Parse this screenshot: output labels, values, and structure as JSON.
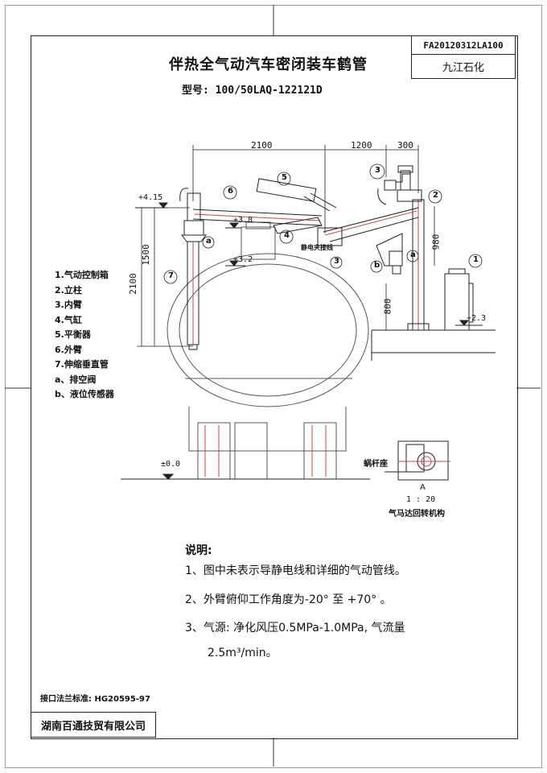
{
  "drawing_code": "FA20120312LA100",
  "client": "九江石化",
  "title": "伴热全气动汽车密闭装车鹤管",
  "model": "型号: 100/50LAQ-122121D",
  "dimensions": {
    "d2100_top": "2100",
    "d1200": "1200",
    "d300": "300",
    "d1500": "1500",
    "d2100_side": "2100",
    "d980": "980",
    "d800": "800"
  },
  "elevations": {
    "e415": "+4.15",
    "e38": "+3.8",
    "e32": "+3.2",
    "e23": "+2.3",
    "e00": "±0.0"
  },
  "part_numbers": [
    "1",
    "2",
    "3",
    "4",
    "5",
    "6",
    "7"
  ],
  "callout_a": "a",
  "callout_b": "b",
  "legend": [
    "1.气动控制箱",
    "2.立柱",
    "3.内臂",
    "4.气缸",
    "5.平衡器",
    "6.外臂",
    "7.伸缩垂直管",
    "a、排空阀",
    "b、液位传感器"
  ],
  "static_line_label": "静电夹接线",
  "worm_seat_label": "蜗杆座",
  "detail_letter": "A",
  "detail_scale": "1 : 20",
  "detail_caption": "气马达回转机构",
  "notes": {
    "heading": "说明:",
    "n1": "1、图中未表示导静电线和详细的气动管线。",
    "n2": "2、外臂俯仰工作角度为-20°  至 +70°  。",
    "n3": "3、气源: 净化风压0.5MPa-1.0MPa, 气流量",
    "n3b": "2.5m³/min。"
  },
  "flange_std": "接口法兰标准: HG20595-97",
  "company": "湖南百通技贸有限公司"
}
